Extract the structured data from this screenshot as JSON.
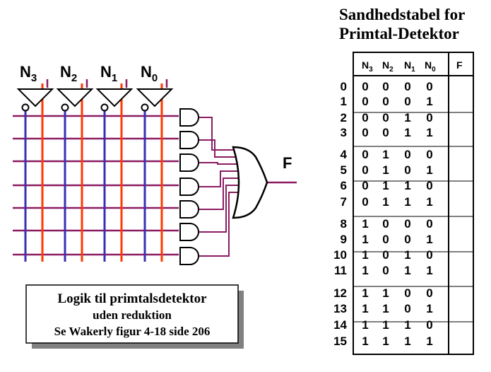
{
  "circuit": {
    "inputs": [
      {
        "letter": "N",
        "sub": "3"
      },
      {
        "letter": "N",
        "sub": "2"
      },
      {
        "letter": "N",
        "sub": "1"
      },
      {
        "letter": "N",
        "sub": "0"
      }
    ],
    "output_label": "F",
    "and_gate_count": 7
  },
  "caption": {
    "line1": "Logik til  primtalsdetektor",
    "line2": "uden reduktion",
    "line3": "Se Wakerly  figur 4-18 side 206"
  },
  "table": {
    "title_line1": "Sandhedstabel for",
    "title_line2": "Primtal-Detektor",
    "header_cols": [
      {
        "letter": "N",
        "sub": "3"
      },
      {
        "letter": "N",
        "sub": "2"
      },
      {
        "letter": "N",
        "sub": "1"
      },
      {
        "letter": "N",
        "sub": "0"
      }
    ],
    "header_f": "F",
    "rows": [
      {
        "index": "0",
        "bits": [
          "0",
          "0",
          "0",
          "0"
        ],
        "f": ""
      },
      {
        "index": "1",
        "bits": [
          "0",
          "0",
          "0",
          "1"
        ],
        "f": ""
      },
      {
        "index": "2",
        "bits": [
          "0",
          "0",
          "1",
          "0"
        ],
        "f": ""
      },
      {
        "index": "3",
        "bits": [
          "0",
          "0",
          "1",
          "1"
        ],
        "f": ""
      },
      {
        "index": "4",
        "bits": [
          "0",
          "1",
          "0",
          "0"
        ],
        "f": ""
      },
      {
        "index": "5",
        "bits": [
          "0",
          "1",
          "0",
          "1"
        ],
        "f": ""
      },
      {
        "index": "6",
        "bits": [
          "0",
          "1",
          "1",
          "0"
        ],
        "f": ""
      },
      {
        "index": "7",
        "bits": [
          "0",
          "1",
          "1",
          "1"
        ],
        "f": ""
      },
      {
        "index": "8",
        "bits": [
          "1",
          "0",
          "0",
          "0"
        ],
        "f": ""
      },
      {
        "index": "9",
        "bits": [
          "1",
          "0",
          "0",
          "1"
        ],
        "f": ""
      },
      {
        "index": "10",
        "bits": [
          "1",
          "0",
          "1",
          "0"
        ],
        "f": ""
      },
      {
        "index": "11",
        "bits": [
          "1",
          "0",
          "1",
          "1"
        ],
        "f": ""
      },
      {
        "index": "12",
        "bits": [
          "1",
          "1",
          "0",
          "0"
        ],
        "f": ""
      },
      {
        "index": "13",
        "bits": [
          "1",
          "1",
          "0",
          "1"
        ],
        "f": ""
      },
      {
        "index": "14",
        "bits": [
          "1",
          "1",
          "1",
          "0"
        ],
        "f": ""
      },
      {
        "index": "15",
        "bits": [
          "1",
          "1",
          "1",
          "1"
        ],
        "f": ""
      }
    ]
  },
  "colors": {
    "bus_line": "#8b1c62",
    "inverted_line": "#3a2fb5",
    "true_line": "#ff3a00",
    "gate_stroke": "#000000",
    "caption_bg": "#ffffff",
    "caption_shadow": "#808080"
  }
}
